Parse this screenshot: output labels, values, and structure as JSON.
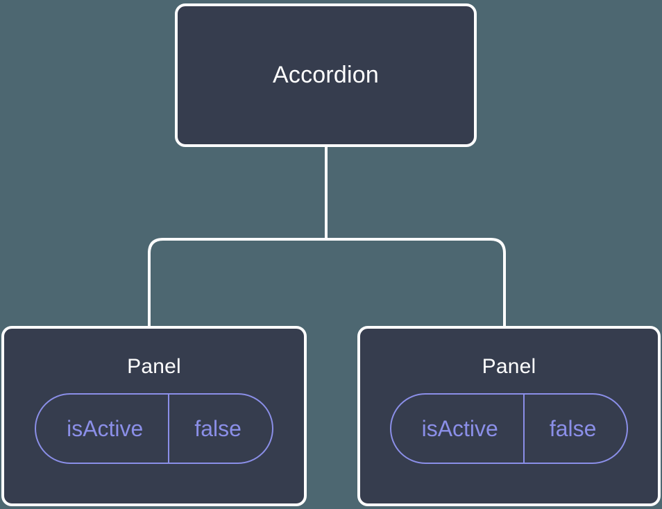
{
  "canvas": {
    "background_color": "#4d6771",
    "node_fill_color": "#363d4e",
    "node_border_color": "#ffffff",
    "edge_color": "#ffffff",
    "accent_color": "#8b8fe8"
  },
  "tree": {
    "root": {
      "title": "Accordion"
    },
    "children": [
      {
        "title": "Panel",
        "state": {
          "key": "isActive",
          "value": "false"
        }
      },
      {
        "title": "Panel",
        "state": {
          "key": "isActive",
          "value": "false"
        }
      }
    ]
  }
}
